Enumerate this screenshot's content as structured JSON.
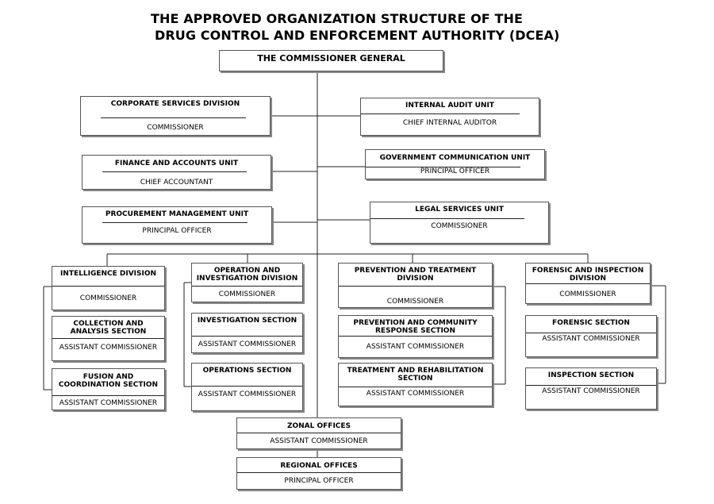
{
  "title": {
    "line1": "THE APPROVED ORGANIZATION STRUCTURE OF THE",
    "line2": "DRUG CONTROL AND ENFORCEMENT AUTHORITY (DCEA)"
  },
  "units": {
    "commissioner_general": {
      "name": "THE COMMISSIONER GENERAL"
    },
    "corporate_services": {
      "name": "CORPORATE SERVICES DIVISION",
      "head": "COMMISSIONER"
    },
    "internal_audit": {
      "name": "INTERNAL AUDIT UNIT",
      "head": "CHIEF INTERNAL AUDITOR"
    },
    "finance_accounts": {
      "name": "FINANCE AND ACCOUNTS UNIT",
      "head": "CHIEF ACCOUNTANT"
    },
    "government_communication": {
      "name": "GOVERNMENT COMMUNICATION UNIT",
      "head": "PRINCIPAL OFFICER"
    },
    "procurement": {
      "name": "PROCUREMENT MANAGEMENT UNIT",
      "head": "PRINCIPAL OFFICER"
    },
    "legal_services": {
      "name": "LEGAL SERVICES UNIT",
      "head": "COMMISSIONER"
    },
    "intelligence": {
      "name": "INTELLIGENCE DIVISION",
      "head": "COMMISSIONER"
    },
    "collection_analysis": {
      "name": "COLLECTION AND\nANALYSIS SECTION",
      "head": "ASSISTANT COMMISSIONER"
    },
    "fusion_coordination": {
      "name": "FUSION AND\nCOORDINATION SECTION",
      "head": "ASSISTANT COMMISSIONER"
    },
    "operation_investigation": {
      "name": "OPERATION AND\nINVESTIGATION DIVISION",
      "head": "COMMISSIONER"
    },
    "investigation_section": {
      "name": "INVESTIGATION SECTION",
      "head": "ASSISTANT COMMISSIONER"
    },
    "operations_section": {
      "name": "OPERATIONS SECTION",
      "head": "ASSISTANT COMMISSIONER"
    },
    "prevention_treatment": {
      "name": "PREVENTION AND TREATMENT\nDIVISION",
      "head": "COMMISSIONER"
    },
    "prevention_community": {
      "name": "PREVENTION AND COMMUNITY\nRESPONSE SECTION",
      "head": "ASSISTANT COMMISSIONER"
    },
    "treatment_rehabilitation": {
      "name": "TREATMENT AND REHABILITATION\nSECTION",
      "head": "ASSISTANT COMMISSIONER"
    },
    "forensic_inspection": {
      "name": "FORENSIC AND INSPECTION\nDIVISION",
      "head": "COMMISSIONER"
    },
    "forensic_section": {
      "name": "FORENSIC SECTION",
      "head": "ASSISTANT COMMISSIONER"
    },
    "inspection_section": {
      "name": "INSPECTION SECTION",
      "head": "ASSISTANT COMMISSIONER"
    },
    "zonal_offices": {
      "name": "ZONAL OFFICES",
      "head": "ASSISTANT COMMISSIONER"
    },
    "regional_offices": {
      "name": "REGIONAL OFFICES",
      "head": "PRINCIPAL OFFICER"
    }
  }
}
